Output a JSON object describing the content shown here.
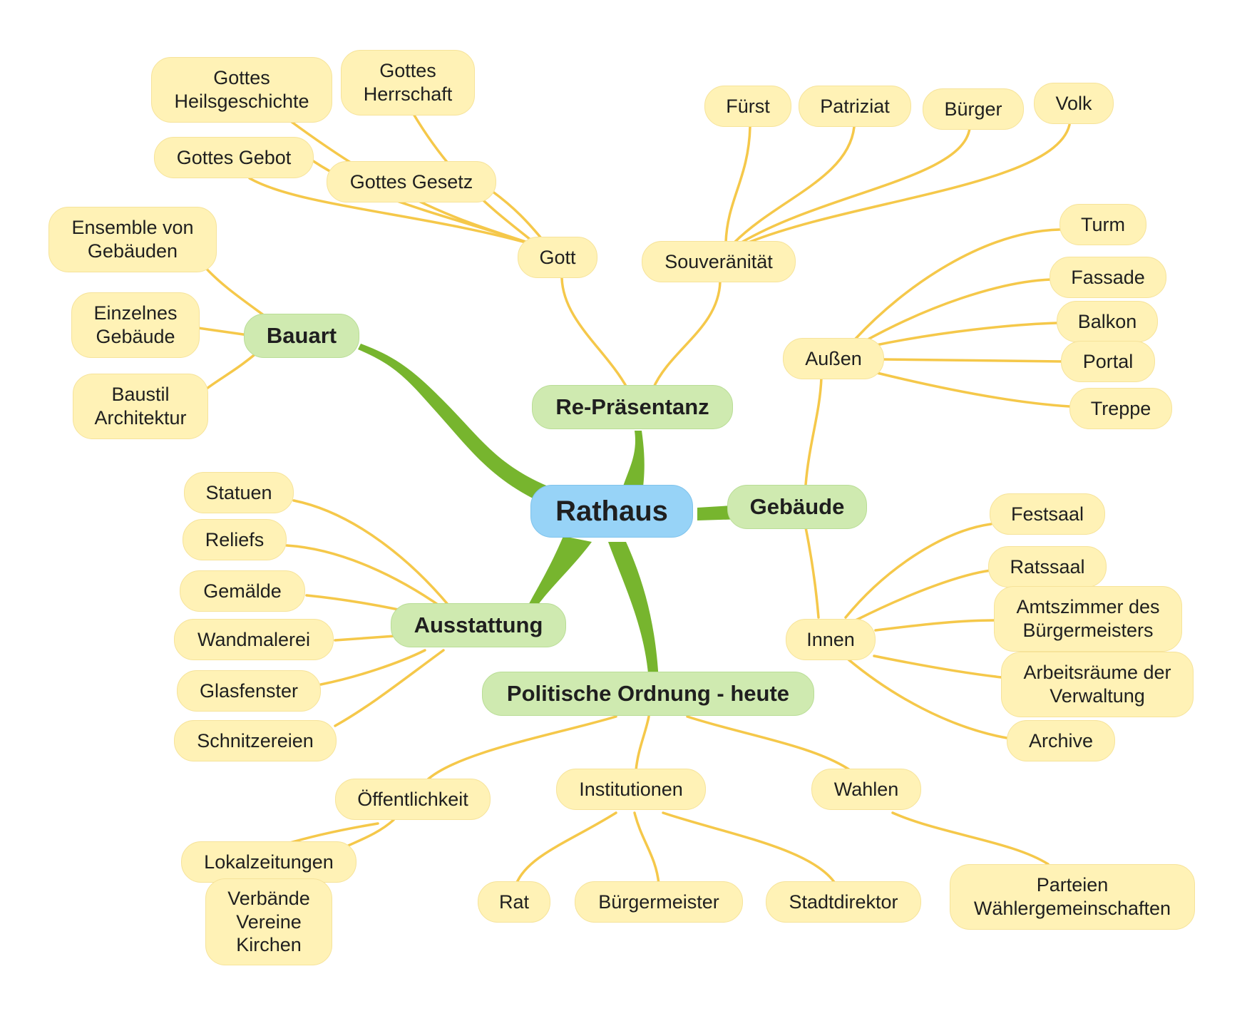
{
  "root": "Rathaus",
  "branches": {
    "bauart": "Bauart",
    "repraesentanz": "Re-Präsentanz",
    "gebaeude": "Gebäude",
    "ausstattung": "Ausstattung",
    "politik": "Politische Ordnung - heute"
  },
  "nodes": {
    "gott": "Gott",
    "gottes_gesetz": "Gottes Gesetz",
    "gottes_gebot": "Gottes Gebot",
    "gottes_heil": "Gottes\nHeilsgeschichte",
    "gottes_herrschaft": "Gottes\nHerrschaft",
    "souveraenitaet": "Souveränität",
    "fuerst": "Fürst",
    "patriziat": "Patriziat",
    "buerger": "Bürger",
    "volk": "Volk",
    "ensemble": "Ensemble von\nGebäuden",
    "einzelnes": "Einzelnes\nGebäude",
    "baustil": "Baustil\nArchitektur",
    "aussen": "Außen",
    "turm": "Turm",
    "fassade": "Fassade",
    "balkon": "Balkon",
    "portal": "Portal",
    "treppe": "Treppe",
    "innen": "Innen",
    "festsaal": "Festsaal",
    "ratssaal": "Ratssaal",
    "amtszimmer": "Amtszimmer des\nBürgermeisters",
    "arbeitsraeume": "Arbeitsräume der\nVerwaltung",
    "archive": "Archive",
    "statuen": "Statuen",
    "reliefs": "Reliefs",
    "gemaelde": "Gemälde",
    "wandmalerei": "Wandmalerei",
    "glasfenster": "Glasfenster",
    "schnitzereien": "Schnitzereien",
    "oeffentlichkeit": "Öffentlichkeit",
    "lokalzeitungen": "Lokalzeitungen",
    "verbaende": "Verbände\nVereine\nKirchen",
    "institutionen": "Institutionen",
    "rat": "Rat",
    "buergermeister": "Bürgermeister",
    "stadtdirektor": "Stadtdirektor",
    "wahlen": "Wahlen",
    "parteien": "Parteien\nWählergemeinschaften"
  },
  "colors": {
    "root_fill": "#97d3f7",
    "branch_fill": "#cfeab0",
    "leaf_fill": "#fff2b6",
    "main_link": "#77b52e",
    "leaf_link": "#f5c84a"
  }
}
